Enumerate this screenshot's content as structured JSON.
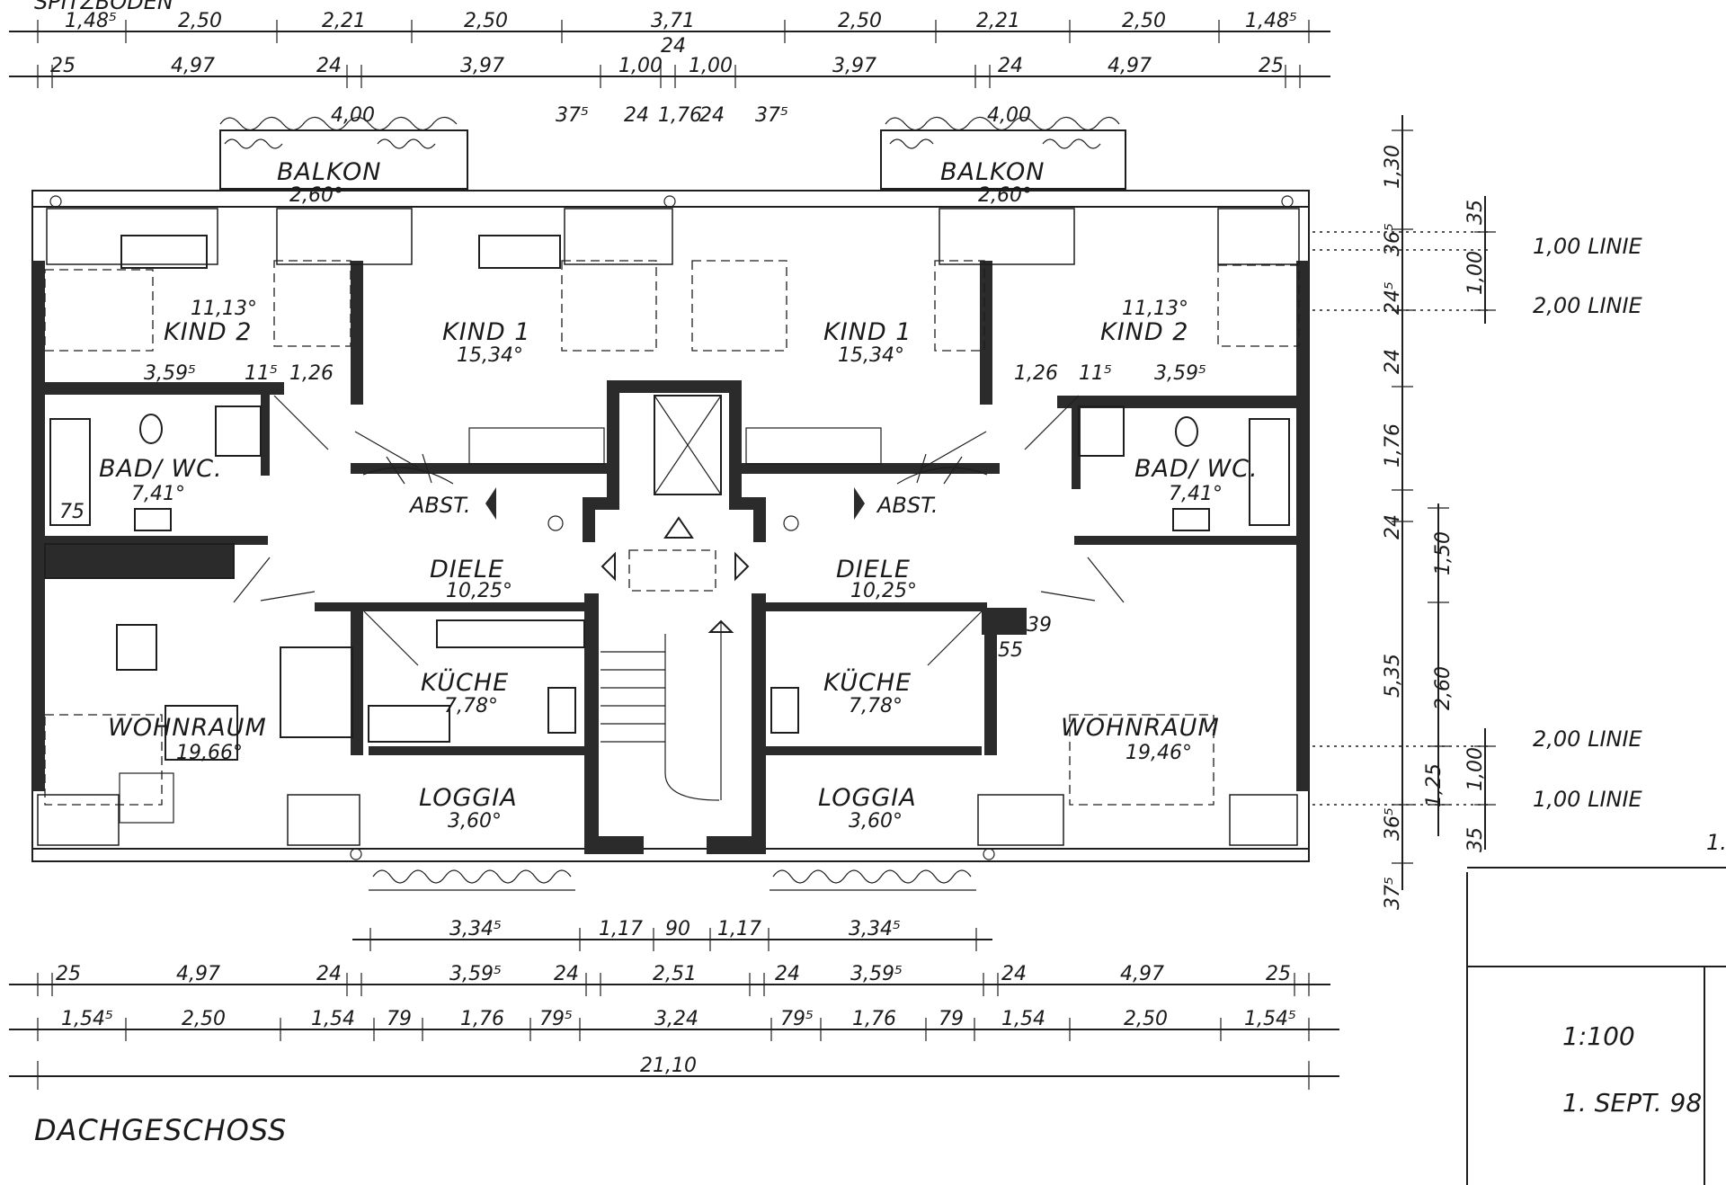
{
  "plan": {
    "sheet_title": "DACHGESCHOSS",
    "header_partial": "SPITZBODEN",
    "scale": "1:100",
    "date": "1. SEPT. 98",
    "edge_text": "1."
  },
  "rooms": {
    "balkon_left": "BALKON",
    "balkon_left_area": "2,60°",
    "balkon_right": "BALKON",
    "balkon_right_area": "2,60°",
    "kind2_left": "KIND 2",
    "kind2_left_area": "11,13°",
    "kind1_left": "KIND 1",
    "kind1_left_area": "15,34°",
    "kind1_right": "KIND 1",
    "kind1_right_area": "15,34°",
    "kind2_right": "KIND 2",
    "kind2_right_area": "11,13°",
    "bad_left": "BAD/ WC.",
    "bad_left_area": "7,41°",
    "bad_right": "BAD/ WC.",
    "bad_right_area": "7,41°",
    "abst_left": "ABST.",
    "abst_right": "ABST.",
    "diele_left": "DIELE",
    "diele_left_area": "10,25°",
    "diele_right": "DIELE",
    "diele_right_area": "10,25°",
    "kueche_left": "KÜCHE",
    "kueche_left_area": "7,78°",
    "kueche_right": "KÜCHE",
    "kueche_right_area": "7,78°",
    "wohn_left": "WOHNRAUM",
    "wohn_left_area": "19,66°",
    "wohn_right": "WOHNRAUM",
    "wohn_right_area": "19,46°",
    "loggia_left": "LOGGIA",
    "loggia_left_area": "3,60°",
    "loggia_right": "LOGGIA",
    "loggia_right_area": "3,60°"
  },
  "dims": {
    "top1": [
      "1,48⁵",
      "2,50",
      "2,21",
      "2,50",
      "3,71",
      "2,50",
      "2,21",
      "2,50",
      "1,48⁵"
    ],
    "top2": [
      "25",
      "4,97",
      "24",
      "3,97",
      "24",
      "1,00",
      "1,00",
      "3,97",
      "24",
      "4,97",
      "25"
    ],
    "balcony": [
      "4,00",
      "37⁵",
      "24",
      "1,76",
      "24",
      "37⁵",
      "4,00"
    ],
    "inner_left": [
      "3,59⁵",
      "11⁵",
      "1,26"
    ],
    "inner_right": [
      "1,26",
      "11⁵",
      "3,59⁵"
    ],
    "misc": [
      "75",
      "39",
      "55"
    ],
    "loggia_row": [
      "3,34⁵",
      "1,17",
      "90",
      "1,17",
      "3,34⁵"
    ],
    "bottom1": [
      "25",
      "4,97",
      "24",
      "3,59⁵",
      "24",
      "2,51",
      "24",
      "3,59⁵",
      "24",
      "4,97",
      "25"
    ],
    "bottom2": [
      "1,54⁵",
      "2,50",
      "1,54",
      "79",
      "1,76",
      "79⁵",
      "3,24",
      "79⁵",
      "1,76",
      "79",
      "1,54",
      "2,50",
      "1,54⁵"
    ],
    "total": "21,10",
    "right_col1": [
      "1,30",
      "36⁵",
      "24⁵",
      "24",
      "1,76",
      "24",
      "5,35",
      "36⁵",
      "37⁵"
    ],
    "right_col2": [
      "35",
      "1,00",
      "1,50",
      "2,60",
      "1,25",
      "1,00",
      "35"
    ]
  },
  "lines": {
    "top_100": "1,00 LINIE",
    "top_200": "2,00 LINIE",
    "bottom_200": "2,00 LINIE",
    "bottom_100": "1,00 LINIE"
  },
  "colors": {
    "ink": "#1e1e1e",
    "wall": "#2b2b2b",
    "paper": "#ffffff"
  }
}
